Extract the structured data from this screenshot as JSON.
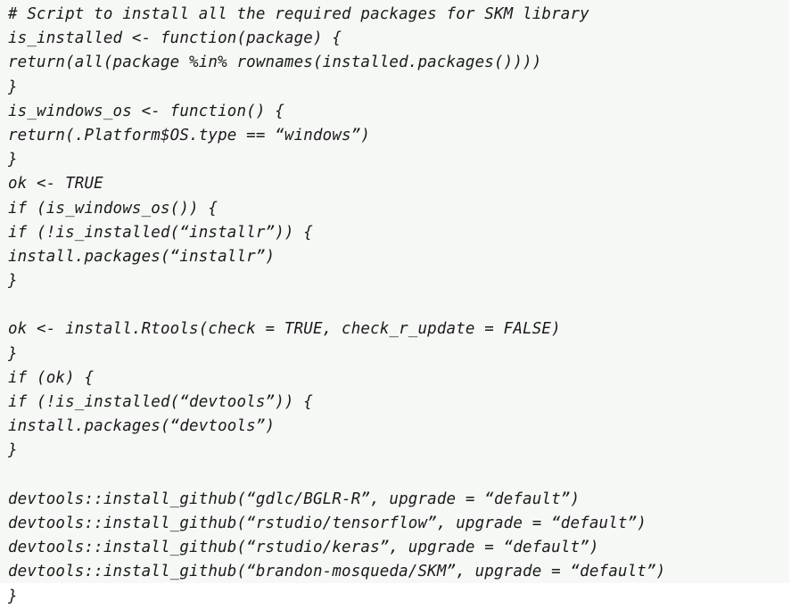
{
  "document": {
    "code_lines": [
      "# Script to install all the required packages for SKM library",
      "is_installed <- function(package) {",
      "return(all(package %in% rownames(installed.packages())))",
      "}",
      "is_windows_os <- function() {",
      "return(.Platform$OS.type == “windows”)",
      "}",
      "ok <- TRUE",
      "if (is_windows_os()) {",
      "if (!is_installed(“installr”)) {",
      "install.packages(“installr”)",
      "}",
      "",
      "ok <- install.Rtools(check = TRUE, check_r_update = FALSE)",
      "}",
      "if (ok) {",
      "if (!is_installed(“devtools”)) {",
      "install.packages(“devtools”)",
      "}",
      "",
      "devtools::install_github(“gdlc/BGLR-R”, upgrade = “default”)",
      "devtools::install_github(“rstudio/tensorflow”, upgrade = “default”)",
      "devtools::install_github(“rstudio/keras”, upgrade = “default”)",
      "devtools::install_github(“brandon-mosqueda/SKM”, upgrade = “default”)",
      "}"
    ],
    "colors": {
      "code_background": "#f6f8f6",
      "page_background": "#ffffff",
      "text": "#1a1a1a"
    }
  }
}
